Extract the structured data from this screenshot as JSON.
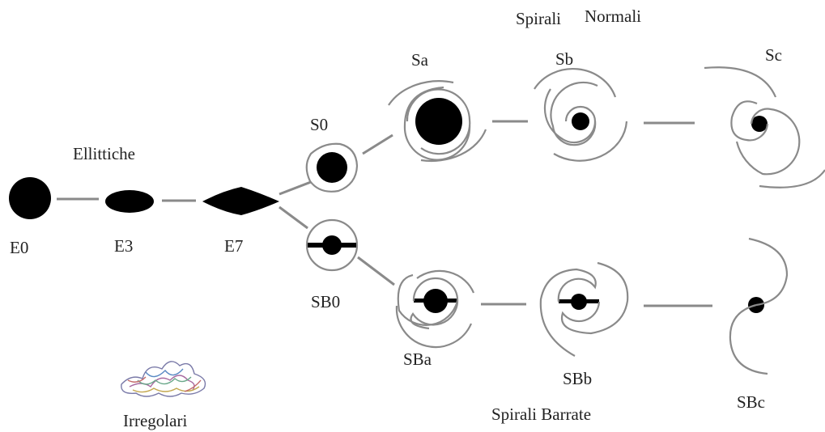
{
  "headings": {
    "ellipticals": "Ellittiche",
    "normal_spirals_a": "Spirali",
    "normal_spirals_b": "Normali",
    "barred_spirals": "Spirali Barrate",
    "irregulars": "Irregolari"
  },
  "labels": {
    "E0": "E0",
    "E3": "E3",
    "E7": "E7",
    "S0": "S0",
    "Sa": "Sa",
    "Sb": "Sb",
    "Sc": "Sc",
    "SB0": "SB0",
    "SBa": "SBa",
    "SBb": "SBb",
    "SBc": "SBc"
  },
  "colors": {
    "galaxy": "#000000",
    "connector": "#8a8a8a",
    "arm": "#7a7a7a",
    "text": "#222222"
  }
}
